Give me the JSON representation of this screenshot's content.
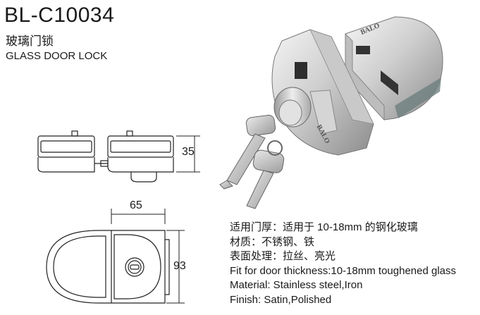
{
  "header": {
    "model": "BL-C10034",
    "title_cn": "玻璃门锁",
    "title_en": "GLASS DOOR LOCK"
  },
  "drawing": {
    "dim_height": "35",
    "dim_width": "65",
    "dim_depth": "93"
  },
  "photo": {
    "brand_mark_1": "BALO",
    "brand_mark_2": "BALO"
  },
  "specs": [
    "适用门厚：适用于 10-18mm 的钢化玻璃",
    "材质：不锈钢、铁",
    "表面处理：拉丝、亮光",
    "Fit for door thickness:10-18mm toughened glass",
    "Material: Stainless steel,Iron",
    "Finish: Satin,Polished"
  ]
}
